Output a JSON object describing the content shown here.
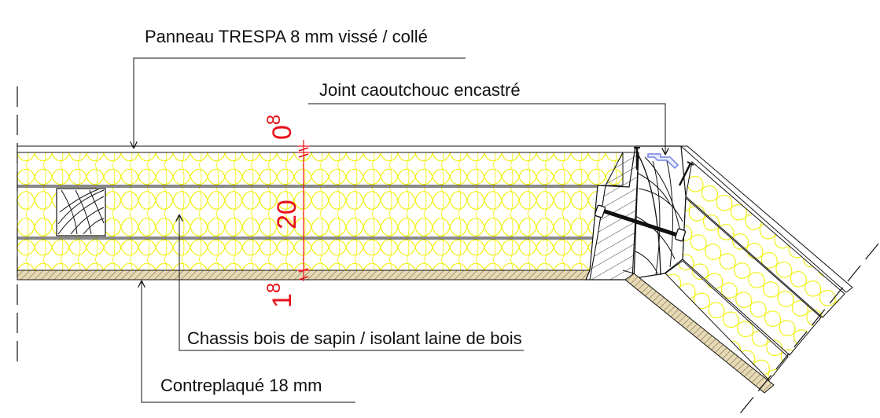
{
  "labels": {
    "trespa_panel": "Panneau TRESPA 8 mm vissé / collé",
    "rubber_joint": "Joint caoutchouc encastré",
    "frame_insulation": "Chassis bois de sapin / isolant laine de bois",
    "plywood": "Contreplaqué 18 mm"
  },
  "dimensions": {
    "top_thickness": "0",
    "top_thickness_sup": "8",
    "middle_thickness": "20",
    "bottom_thickness": "1",
    "bottom_thickness_sup": "8"
  },
  "colors": {
    "insulation": "#f0f000",
    "dimension": "#e8101a",
    "plywood": "#d8c8a0",
    "joint": "#7080e0",
    "line": "#111111"
  }
}
